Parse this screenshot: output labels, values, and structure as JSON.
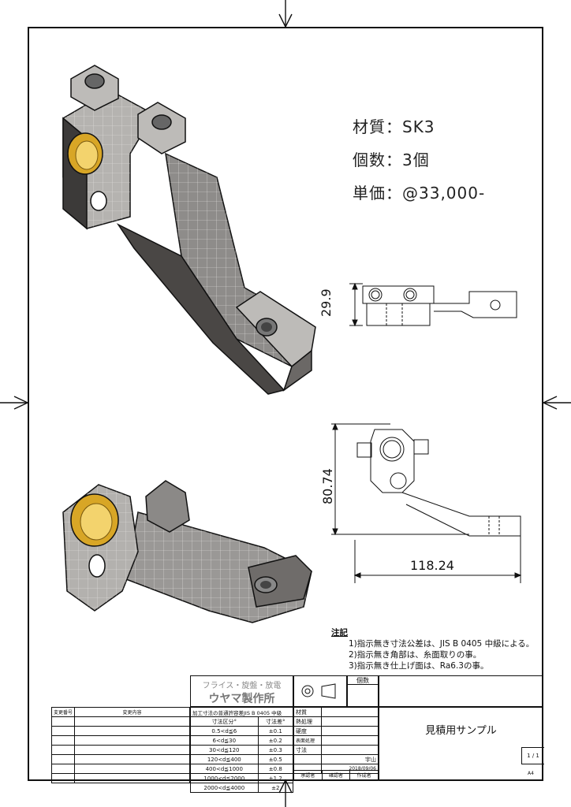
{
  "specs": {
    "material": "材質：SK3",
    "quantity": "個数：3個",
    "price": "単価：@33,000-"
  },
  "dimensions": {
    "height_side": "29.9",
    "height_front": "80.74",
    "width_front": "118.24"
  },
  "notes": {
    "heading": "注記",
    "items": [
      "1)指示無き寸法公差は、JIS B 0405 中級による。",
      "2)指示無き角部は、糸面取りの事。",
      "3)指示無き仕上げ面は、Ra6.3の事。"
    ]
  },
  "title_block": {
    "company_top": "フライス・旋盤・放電",
    "company_name": "ウヤマ製作所",
    "tolerance_title": "加工寸法の普通許容差JIS B 0405 中級",
    "col_range": "寸法区分°",
    "col_tol": "寸法差°",
    "rows": [
      {
        "range": "0.5<d≦6",
        "tol": "±0.1"
      },
      {
        "range": "6<d≦30",
        "tol": "±0.2"
      },
      {
        "range": "30<d≦120",
        "tol": "±0.3"
      },
      {
        "range": "120<d≦400",
        "tol": "±0.5"
      },
      {
        "range": "400<d≦1000",
        "tol": "±0.8"
      },
      {
        "range": "1000<d≦2000",
        "tol": "±1.2"
      },
      {
        "range": "2000<d≦4000",
        "tol": "±2"
      }
    ],
    "props": [
      "材質",
      "熱処理",
      "硬度",
      "表面処理",
      "寸法"
    ],
    "count_label": "個数",
    "drawing_name": "見積用サンプル",
    "designer": "宇山",
    "date": "2018/09/06",
    "sheet": "1 / 1",
    "size": "A4",
    "sign_labels": [
      "承認者",
      "確認者",
      "作成者"
    ],
    "revision_label": "変更番号",
    "content_label": "変更内容"
  },
  "colors": {
    "body": "#9a9896",
    "body_light": "#c8c6c3",
    "body_dark": "#4a4745",
    "bushing": "#d8a626"
  }
}
